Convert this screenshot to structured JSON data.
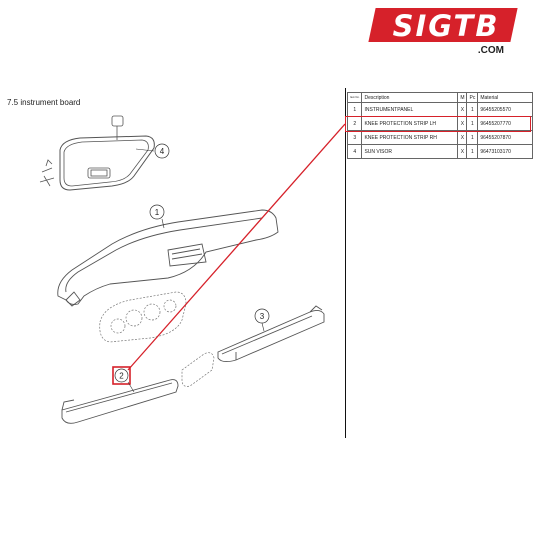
{
  "brand": {
    "logo_text": "SIGTB",
    "domain": ".COM",
    "color": "#d6212a"
  },
  "section_title": "7.5  instrument board",
  "table": {
    "headers": {
      "no": "Item No.",
      "description": "Description",
      "m": "M",
      "pc": "Pc",
      "material": "Material"
    },
    "rows": [
      {
        "no": "1",
        "description": "INSTRUMENTPANEL",
        "m": "X",
        "pc": "1",
        "material": "96455205570"
      },
      {
        "no": "2",
        "description": "KNEE PROTECTION STRIP LH",
        "m": "X",
        "pc": "1",
        "material": "96455207770"
      },
      {
        "no": "3",
        "description": "KNEE PROTECTION STRIP RH",
        "m": "X",
        "pc": "1",
        "material": "96455207870"
      },
      {
        "no": "4",
        "description": "SUN VISOR",
        "m": "X",
        "pc": "1",
        "material": "96473103170"
      }
    ],
    "highlighted_row": "2"
  },
  "callouts": {
    "c1": "1",
    "c2": "2",
    "c3": "3",
    "c4": "4"
  },
  "highlight_color": "#d6212a"
}
